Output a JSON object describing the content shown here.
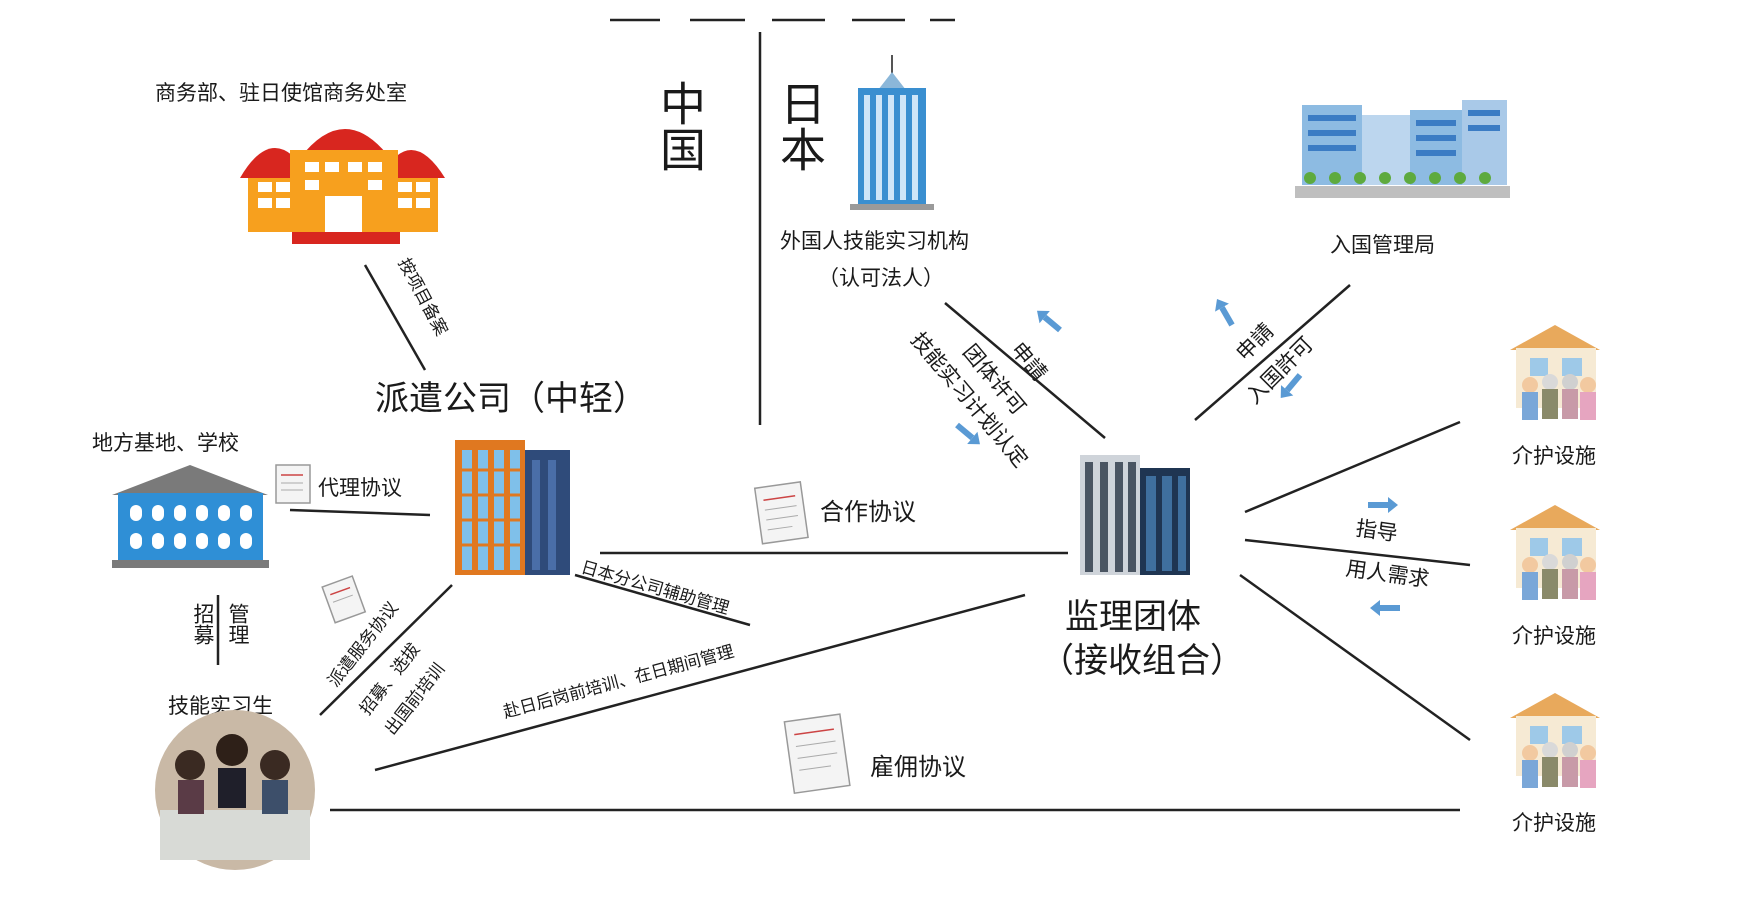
{
  "border": {
    "china": "中国",
    "japan": "日本"
  },
  "nodes": {
    "ministry": "商务部、驻日使馆商务处室",
    "dispatch": "派遣公司（中轻）",
    "school": "地方基地、学校",
    "trainee": "技能实习生",
    "otit_line1": "外国人技能实习机构",
    "otit_line2": "（认可法人）",
    "immigration": "入国管理局",
    "supervising_line1": "监理团体",
    "supervising_line2": "（接收组合）",
    "care1": "介护设施",
    "care2": "介护设施",
    "care3": "介护设施"
  },
  "edges": {
    "record": "按项目备案",
    "agency": "代理协议",
    "recruit": "招募",
    "manage": "管理",
    "dispatch_service": "派遣服务协议",
    "recruit_select": "招募、选拔",
    "pretraining": "出国前培训",
    "branch_assist": "日本分公司辅助管理",
    "japan_training": "赴日后岗前培训、在日期间管理",
    "cooperation": "合作协议",
    "employment": "雇佣协议",
    "otit_apply": "申請",
    "otit_permit": "团体许可",
    "otit_plan": "技能实习计划认定",
    "imm_apply": "申請",
    "imm_permit": "入国許可",
    "guide": "指导",
    "demand": "用人需求"
  }
}
